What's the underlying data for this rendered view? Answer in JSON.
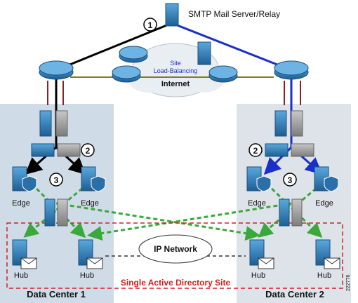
{
  "labels": {
    "smtp": "SMTP Mail Server/Relay",
    "site_lb_1": "Site",
    "site_lb_2": "Load-Balancing",
    "internet": "Internet",
    "ip_network": "IP Network",
    "single_ad_site": "Single Active Directory Site",
    "dc1": "Data Center 1",
    "dc2": "Data Center 2",
    "edge": "Edge",
    "hub": "Hub",
    "fig_id": "222776"
  },
  "steps": {
    "one": "1",
    "two": "2",
    "three": "3"
  },
  "colors": {
    "datacenter_bg": "#cfdce8",
    "datacenter_bg_right": "#dde3e8",
    "black_path": "#000000",
    "blue_path": "#1a2fc9",
    "green_dashed": "#3aa83a",
    "red_dashed": "#d42020",
    "red_text": "#d42020",
    "router": "#2f7fb5",
    "cloud": "#e8eef3"
  },
  "icons": [
    "router-icon",
    "server-icon",
    "firewall-icon",
    "switch-icon",
    "edge-transport-icon",
    "hub-transport-icon",
    "envelope-icon",
    "cloud-icon",
    "step-badge-icon"
  ]
}
